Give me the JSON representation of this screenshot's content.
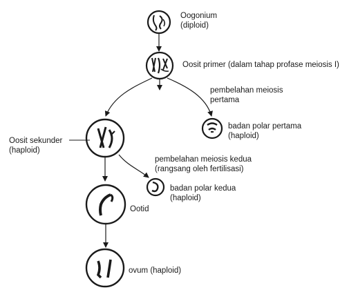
{
  "colors": {
    "ink": "#1a1a1a",
    "background": "#ffffff"
  },
  "labels": {
    "oogonium": {
      "name": "Oogonium",
      "ploidy": "(diploid)"
    },
    "oosit_primer": "Oosit primer (dalam tahap profase meiosis I)",
    "meiosis_1": {
      "line1": "pembelahan meiosis",
      "line2": "pertama"
    },
    "polar_1": {
      "name": "badan polar pertama",
      "ploidy": "(haploid)"
    },
    "oosit_sekunder": {
      "name": "Oosit sekunder",
      "ploidy": "(haploid)"
    },
    "meiosis_2": {
      "line1": "pembelahan meiosis kedua",
      "line2": "(rangsang oleh fertilisasi)"
    },
    "polar_2": {
      "name": "badan polar kedua",
      "ploidy": "(haploid)"
    },
    "ootid": "Ootid",
    "ovum": "ovum (haploid)"
  }
}
